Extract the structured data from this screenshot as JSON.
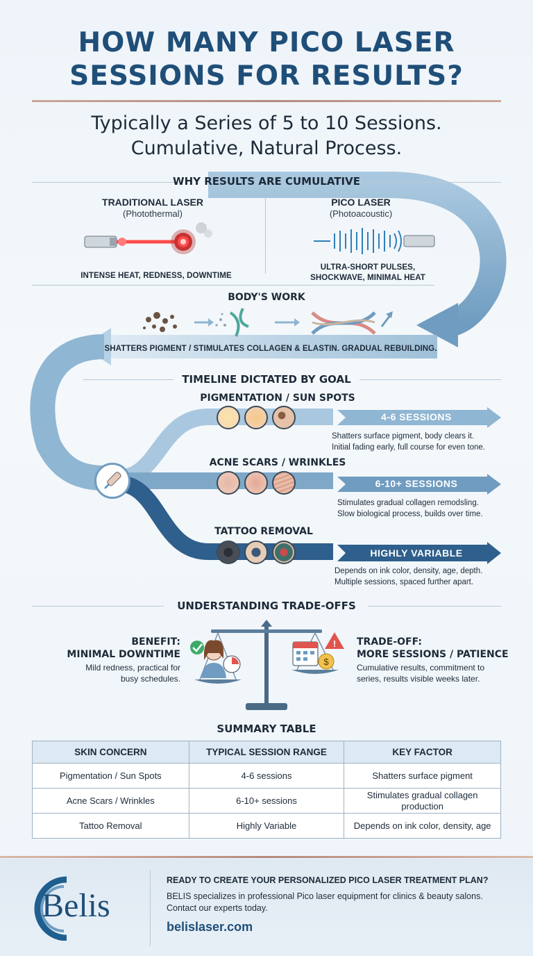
{
  "title_line1": "HOW MANY PICO LASER",
  "title_line2": "SESSIONS FOR RESULTS?",
  "subtitle_line1": "Typically a Series of 5 to 10 Sessions.",
  "subtitle_line2": "Cumulative, Natural Process.",
  "cumulative": {
    "heading": "WHY RESULTS ARE CUMULATIVE",
    "traditional": {
      "title": "TRADITIONAL LASER",
      "subtitle": "(Photothermal)",
      "caption": "INTENSE HEAT, REDNESS, DOWNTIME"
    },
    "pico": {
      "title": "PICO LASER",
      "subtitle": "(Photoacoustic)",
      "caption_line1": "ULTRA-SHORT PULSES,",
      "caption_line2": "SHOCKWAVE, MINIMAL HEAT"
    },
    "body_heading": "BODY'S WORK",
    "body_caption": "SHATTERS PIGMENT / STIMULATES COLLAGEN & ELASTIN. GRADUAL REBUILDING."
  },
  "timeline": {
    "heading": "TIMELINE DICTATED BY GOAL",
    "goals": [
      {
        "title": "PIGMENTATION / SUN SPOTS",
        "sessions": "4-6 SESSIONS",
        "desc_line1": "Shatters surface pigment, body clears it.",
        "desc_line2": "Initial fading early, full course for even tone."
      },
      {
        "title": "ACNE SCARS / WRINKLES",
        "sessions": "6-10+ SESSIONS",
        "desc_line1": "Stimulates gradual collagen remodsling.",
        "desc_line2": "Slow biological process, builds over time."
      },
      {
        "title": "TATTOO REMOVAL",
        "sessions": "HIGHLY VARIABLE",
        "desc_line1": "Depends on ink color, density, age, depth.",
        "desc_line2": "Multiple sessions, spaced further apart."
      }
    ]
  },
  "tradeoffs": {
    "heading": "UNDERSTANDING TRADE-OFFS",
    "benefit": {
      "label": "BENEFIT:",
      "title": "MINIMAL DOWNTIME",
      "desc_line1": "Mild redness, practical for",
      "desc_line2": "busy schedules."
    },
    "tradeoff": {
      "label": "TRADE-OFF:",
      "title": "MORE SESSIONS / PATIENCE",
      "desc_line1": "Cumulative results, commitment to",
      "desc_line2": "series, results visible weeks later."
    }
  },
  "summary": {
    "heading": "SUMMARY TABLE",
    "columns": [
      "SKIN CONCERN",
      "TYPICAL SESSION RANGE",
      "KEY FACTOR"
    ],
    "rows": [
      [
        "Pigmentation / Sun Spots",
        "4-6 sessions",
        "Shatters surface pigment"
      ],
      [
        "Acne Scars / Wrinkles",
        "6-10+ sessions",
        "Stimulates gradual collagen production"
      ],
      [
        "Tattoo Removal",
        "Highly Variable",
        "Depends on ink color, density, age"
      ]
    ]
  },
  "footer": {
    "logo": "Belis",
    "cta": "READY TO CREATE YOUR PERSONALIZED PICO LASER TREATMENT PLAN?",
    "desc_line1": "BELIS specializes in professional Pico laser equipment for clinics & beauty salons.",
    "desc_line2": "Contact our experts today.",
    "url": "belislaser.com"
  },
  "colors": {
    "title": "#1f4e78",
    "arrow_light": "#8fb6d2",
    "arrow_mid": "#6f9cc0",
    "arrow_dark": "#2f5f8c",
    "accent_rose": "#b58a7c"
  }
}
